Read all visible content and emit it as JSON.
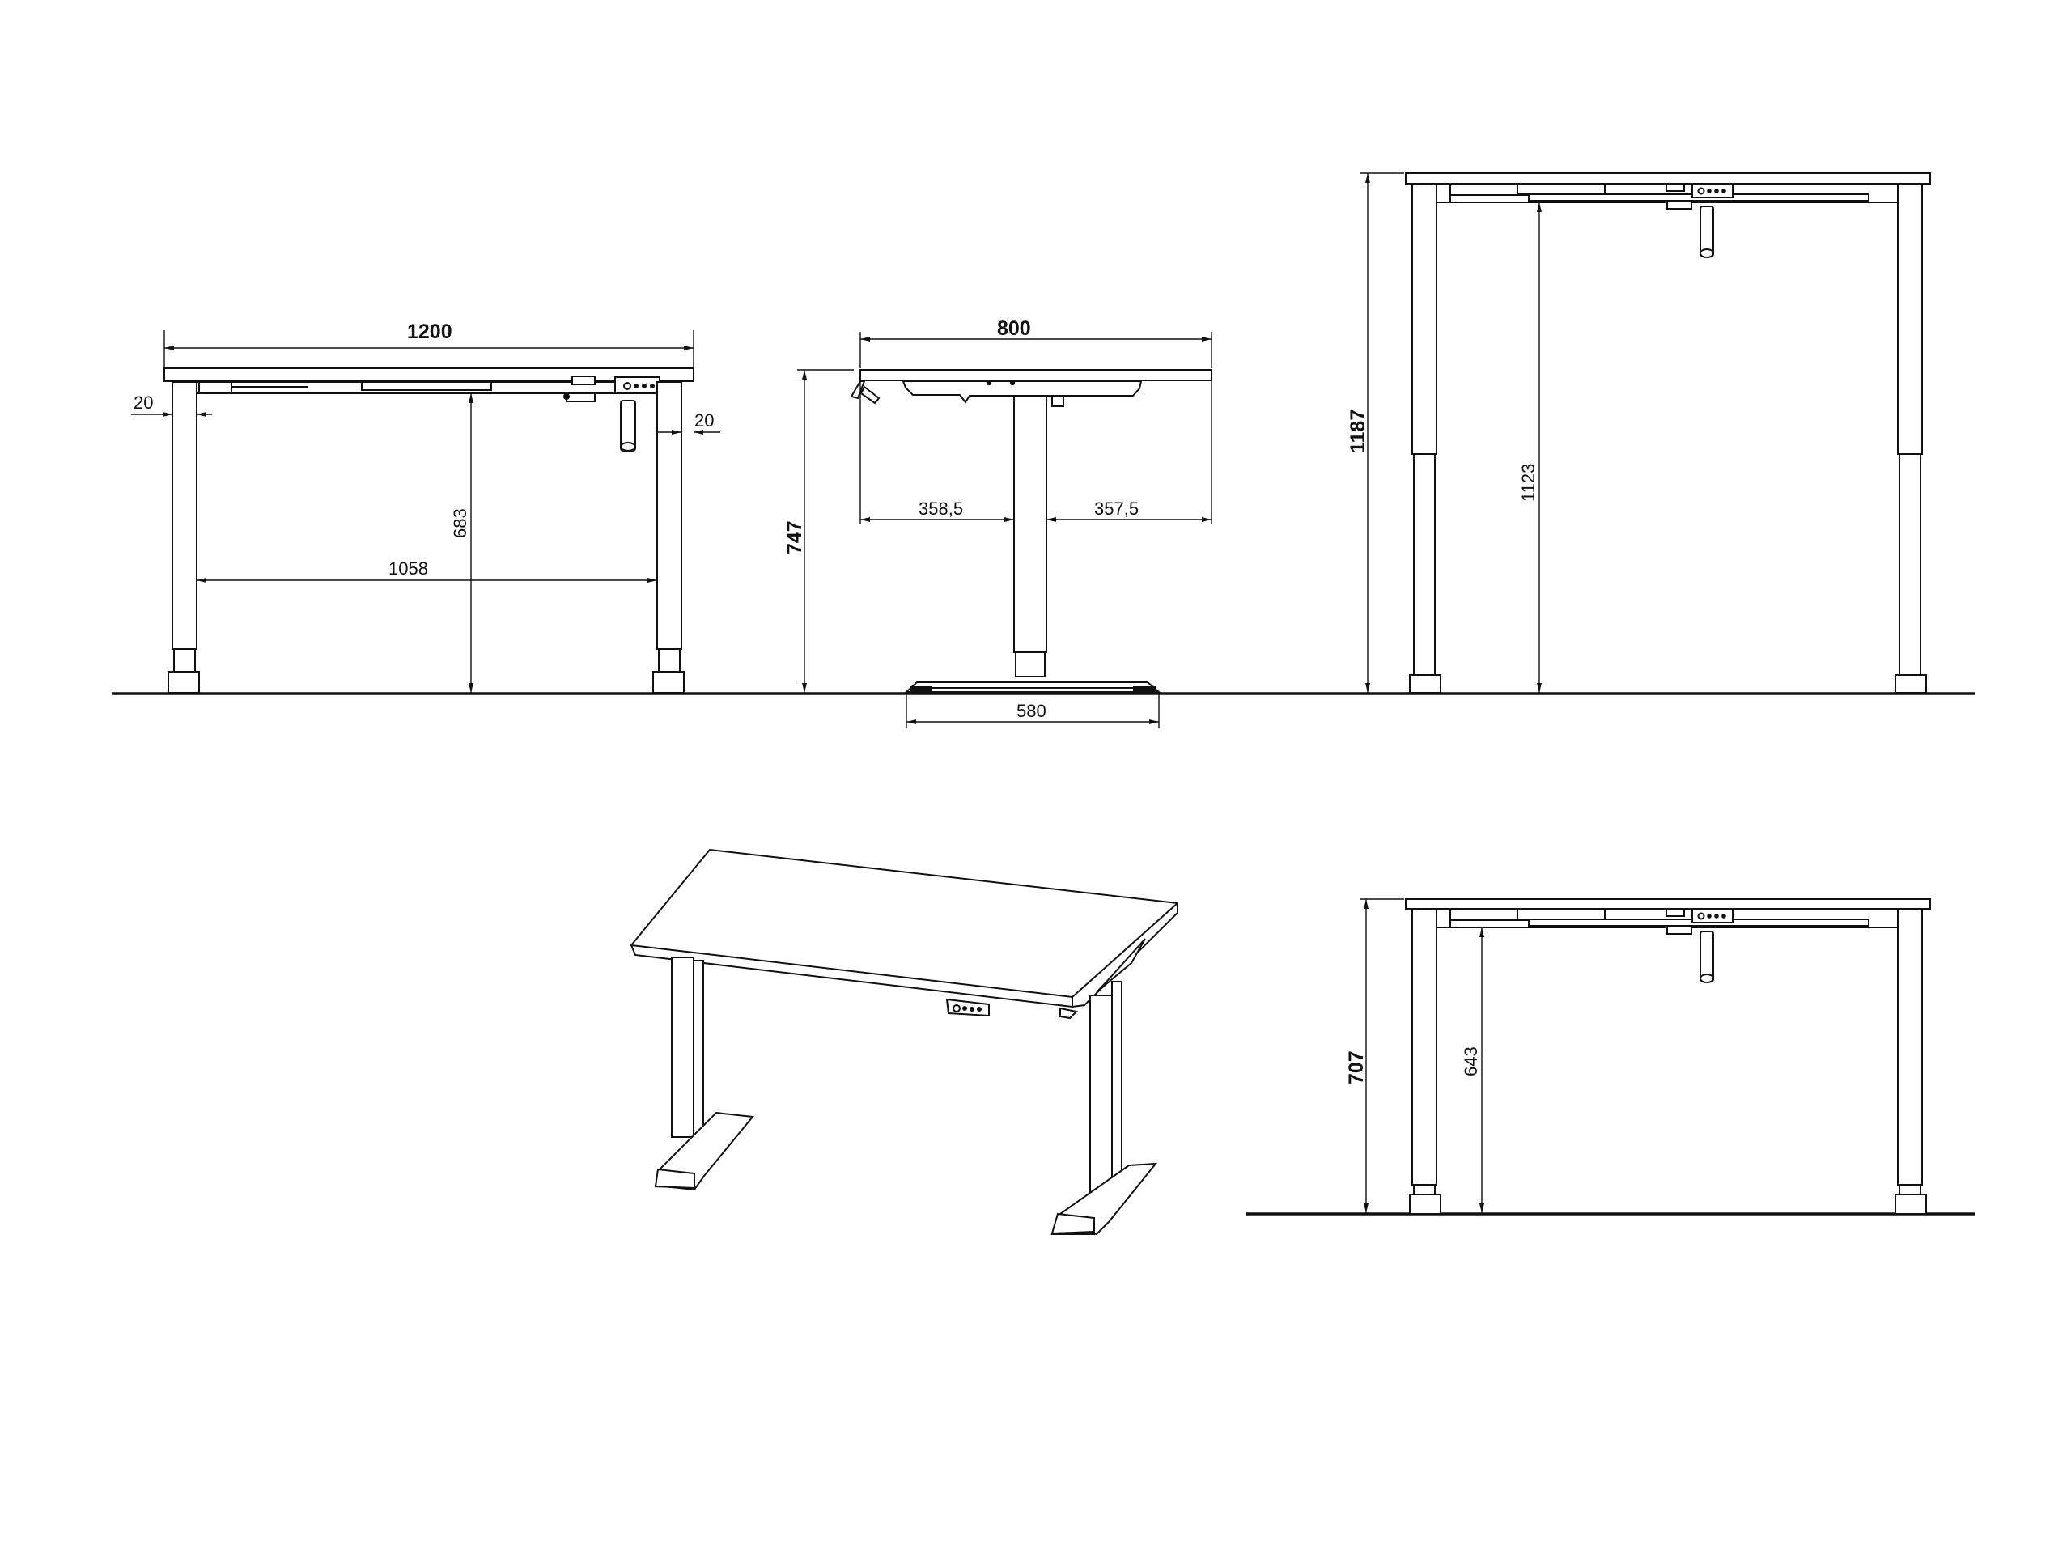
{
  "drawing": {
    "type": "technical-dimension-drawing",
    "subject": "electric height-adjustable desk",
    "units_implied": "mm",
    "line_color": "#111111",
    "background": "#ffffff"
  },
  "views": {
    "front_min": {
      "overall_width": "1200",
      "leg_inset_left": "20",
      "leg_inset_right": "20",
      "clear_height": "683",
      "clear_width_between_legs": "1058"
    },
    "side_min": {
      "depth": "800",
      "left_offset": "358,5",
      "right_offset": "357,5",
      "total_height": "747",
      "foot_length": "580"
    },
    "front_max": {
      "total_height": "1187",
      "clear_height": "1123"
    },
    "isometric": {
      "label": ""
    },
    "front_lowest": {
      "total_height": "707",
      "clear_height": "643"
    }
  }
}
